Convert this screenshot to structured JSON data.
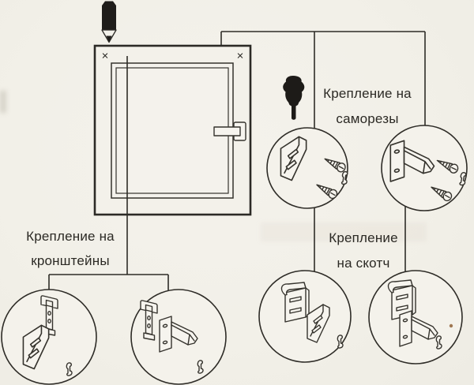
{
  "labels": {
    "screws": {
      "line1": "Крепление на",
      "line2": "саморезы"
    },
    "tape": {
      "line1": "Крепление",
      "line2": "на скотч"
    },
    "brackets": {
      "line1": "Крепление на",
      "line2": "кронштейны"
    }
  },
  "marks": {
    "corner": "×"
  },
  "icons": {
    "pencil": "pencil-icon",
    "screwdriver": "screwdriver-icon"
  },
  "illustrations": {
    "brackets_left_circle": [
      "hook-bracket",
      "wedge-bracket",
      "clip"
    ],
    "brackets_right_circle": [
      "hook-bracket",
      "arm-bracket",
      "clip"
    ],
    "screws_left_circle": [
      "wedge-bracket",
      "screw",
      "screw",
      "clip"
    ],
    "screws_right_circle": [
      "arm-bracket",
      "screw",
      "screw",
      "clip"
    ],
    "tape_left_circle": [
      "tape-plate",
      "wedge-bracket",
      "clip"
    ],
    "tape_right_circle": [
      "tape-plate",
      "arm-bracket",
      "clip"
    ]
  },
  "colors": {
    "paper": "#f2f0e8",
    "line": "#2e2c27",
    "icon": "#1d1b18"
  }
}
